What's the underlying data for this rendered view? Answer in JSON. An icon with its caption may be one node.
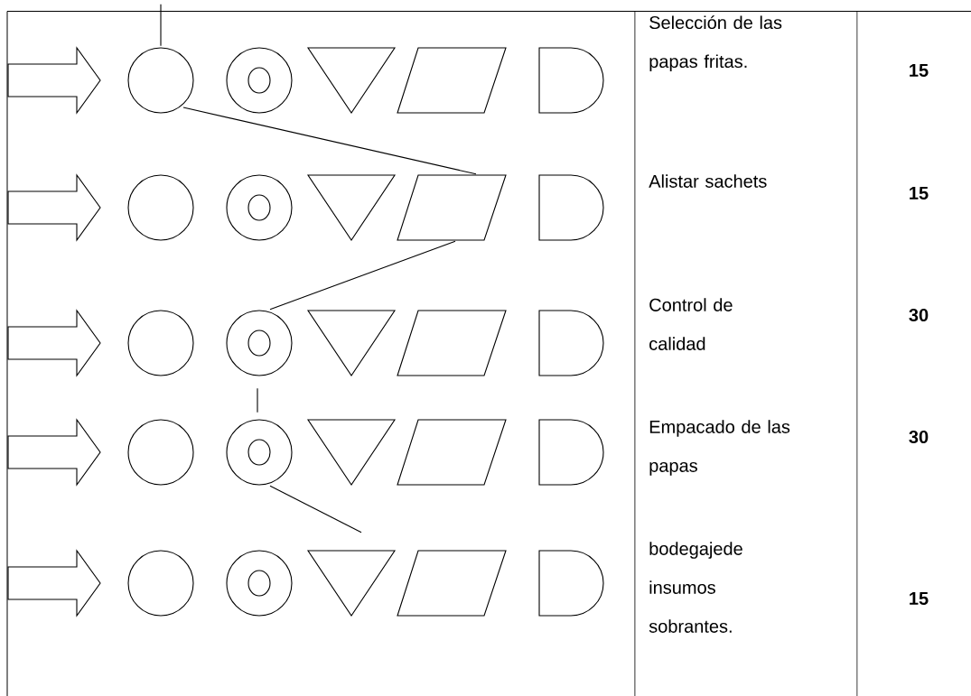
{
  "diagram": {
    "nodes": [
      {
        "text": [],
        "shape": "arrow"
      },
      {
        "text": [],
        "shape": "circle"
      },
      {
        "text": [],
        "shape": "ring"
      },
      {
        "text": [],
        "shape": "triangle"
      },
      {
        "text": [],
        "shape": "parallelogram"
      },
      {
        "text": [],
        "shape": "d-shape"
      },
      {
        "text": [],
        "shape": "arrow"
      },
      {
        "text": [],
        "shape": "circle"
      },
      {
        "text": [],
        "shape": "ring"
      },
      {
        "text": [],
        "shape": "triangle"
      },
      {
        "text": [],
        "shape": "parallelogram"
      },
      {
        "text": [],
        "shape": "d-shape"
      },
      {
        "text": [],
        "shape": "arrow"
      },
      {
        "text": [],
        "shape": "circle"
      },
      {
        "text": [],
        "shape": "ring"
      },
      {
        "text": [],
        "shape": "triangle"
      },
      {
        "text": [],
        "shape": "parallelogram"
      },
      {
        "text": [],
        "shape": "d-shape"
      },
      {
        "text": [],
        "shape": "arrow"
      },
      {
        "text": [],
        "shape": "circle"
      },
      {
        "text": [],
        "shape": "ring"
      },
      {
        "text": [],
        "shape": "triangle"
      },
      {
        "text": [],
        "shape": "parallelogram"
      },
      {
        "text": [],
        "shape": "d-shape"
      },
      {
        "text": [],
        "shape": "arrow"
      },
      {
        "text": [],
        "shape": "circle"
      },
      {
        "text": [],
        "shape": "ring"
      },
      {
        "text": [],
        "shape": "triangle"
      },
      {
        "text": [],
        "shape": "parallelogram"
      },
      {
        "text": [],
        "shape": "d-shape"
      }
    ],
    "edges": [
      {
        "from": null,
        "to": 1,
        "arrow": "none"
      },
      {
        "from": 1,
        "to": 10,
        "arrow": "none"
      },
      {
        "from": 10,
        "to": 14,
        "arrow": "none"
      },
      {
        "from": 14,
        "to": 20,
        "arrow": "none"
      },
      {
        "from": 20,
        "to": 27,
        "arrow": "none"
      }
    ],
    "labels": [
      "Selección de las papas fritas.",
      "15",
      "Alistar sachets",
      "15",
      "Control de calidad",
      "30",
      "Empacado de las papas",
      "30",
      "bodegajede insumos sobrantes.",
      "15"
    ]
  }
}
